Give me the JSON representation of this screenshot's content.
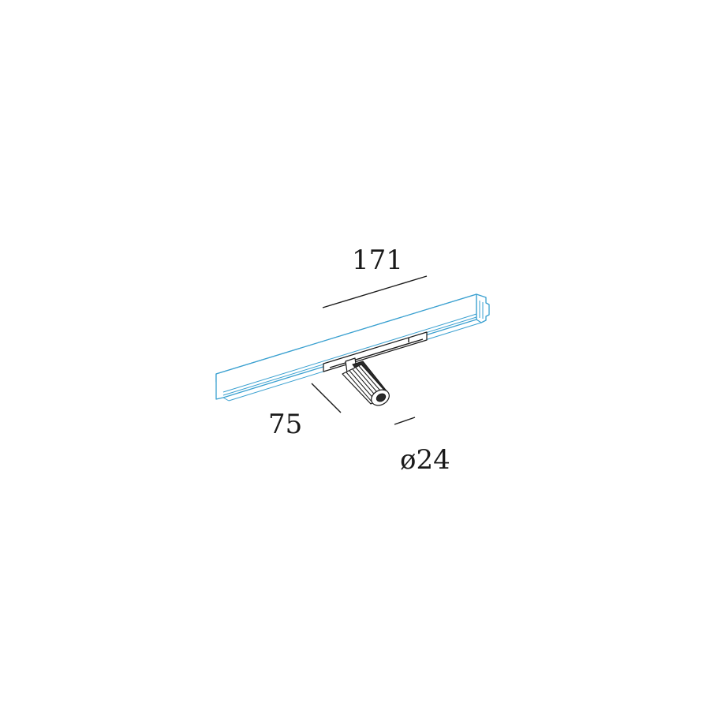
{
  "dimensions": {
    "length": "171",
    "depth": "75",
    "diameter": "ø24"
  },
  "colors": {
    "rail": "#3aa0d0",
    "ink": "#1a1a1a",
    "background": "#ffffff"
  }
}
